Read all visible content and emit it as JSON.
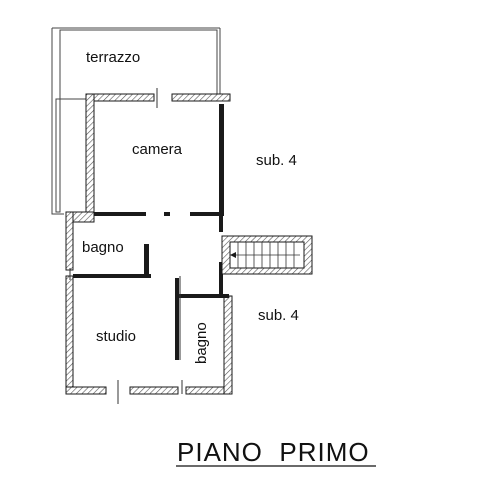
{
  "rooms": {
    "terrazzo": "terrazzo",
    "camera": "camera",
    "sub4_top": "sub. 4",
    "bagno_left": "bagno",
    "sub4_bottom": "sub. 4",
    "studio": "studio",
    "bagno_small": "bagno"
  },
  "title": "PIANO  PRIMO",
  "colors": {
    "wall": "#1a1a1a",
    "hatch": "#555555",
    "line": "#444444"
  }
}
